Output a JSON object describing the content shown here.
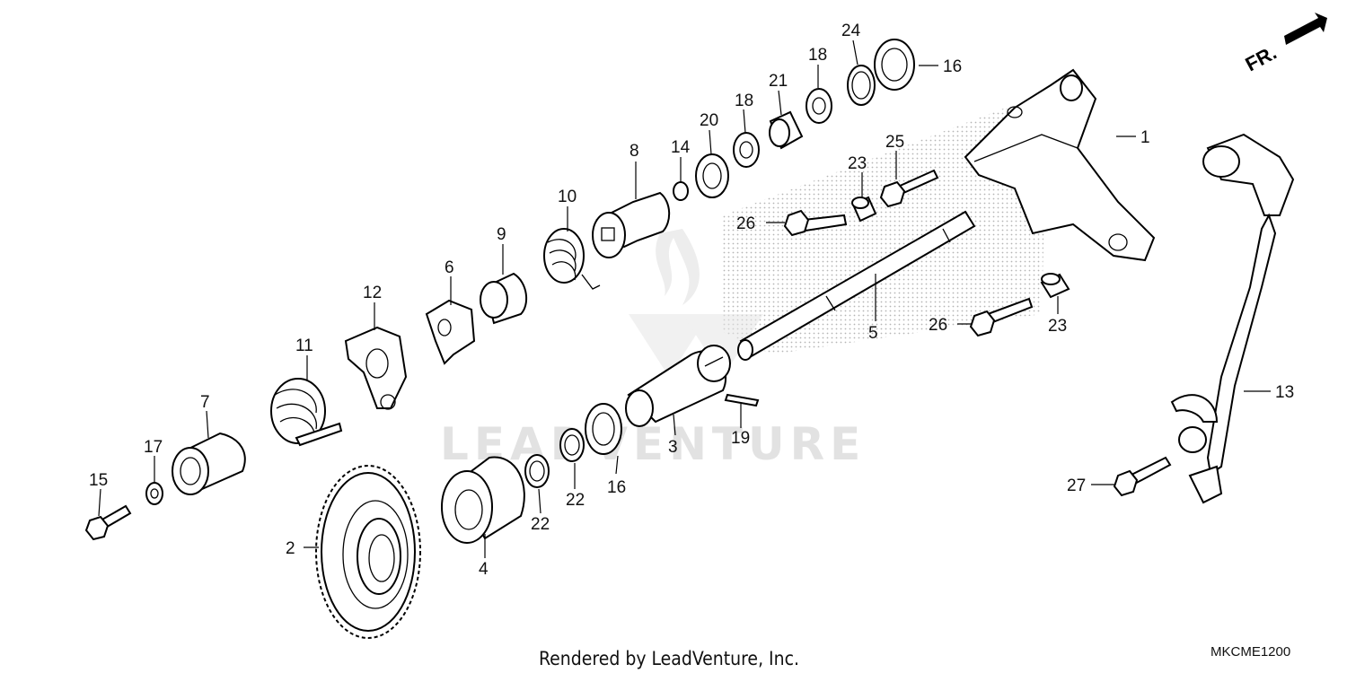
{
  "diagram": {
    "callouts": [
      {
        "id": "c1",
        "label": "1"
      },
      {
        "id": "c2",
        "label": "2"
      },
      {
        "id": "c3",
        "label": "3"
      },
      {
        "id": "c4",
        "label": "4"
      },
      {
        "id": "c5",
        "label": "5"
      },
      {
        "id": "c6",
        "label": "6"
      },
      {
        "id": "c7",
        "label": "7"
      },
      {
        "id": "c8",
        "label": "8"
      },
      {
        "id": "c9",
        "label": "9"
      },
      {
        "id": "c10",
        "label": "10"
      },
      {
        "id": "c11",
        "label": "11"
      },
      {
        "id": "c12",
        "label": "12"
      },
      {
        "id": "c13",
        "label": "13"
      },
      {
        "id": "c14",
        "label": "14"
      },
      {
        "id": "c15",
        "label": "15"
      },
      {
        "id": "c16a",
        "label": "16"
      },
      {
        "id": "c16b",
        "label": "16"
      },
      {
        "id": "c17",
        "label": "17"
      },
      {
        "id": "c18a",
        "label": "18"
      },
      {
        "id": "c18b",
        "label": "18"
      },
      {
        "id": "c19",
        "label": "19"
      },
      {
        "id": "c20",
        "label": "20"
      },
      {
        "id": "c21",
        "label": "21"
      },
      {
        "id": "c22a",
        "label": "22"
      },
      {
        "id": "c22b",
        "label": "22"
      },
      {
        "id": "c23a",
        "label": "23"
      },
      {
        "id": "c23b",
        "label": "23"
      },
      {
        "id": "c24",
        "label": "24"
      },
      {
        "id": "c25",
        "label": "25"
      },
      {
        "id": "c26a",
        "label": "26"
      },
      {
        "id": "c26b",
        "label": "26"
      },
      {
        "id": "c27",
        "label": "27"
      }
    ],
    "direction_label": "FR.",
    "watermark": "LEADVENTURE",
    "credit": "Rendered by LeadVenture, Inc.",
    "drawing_code": "MKCME1200"
  }
}
